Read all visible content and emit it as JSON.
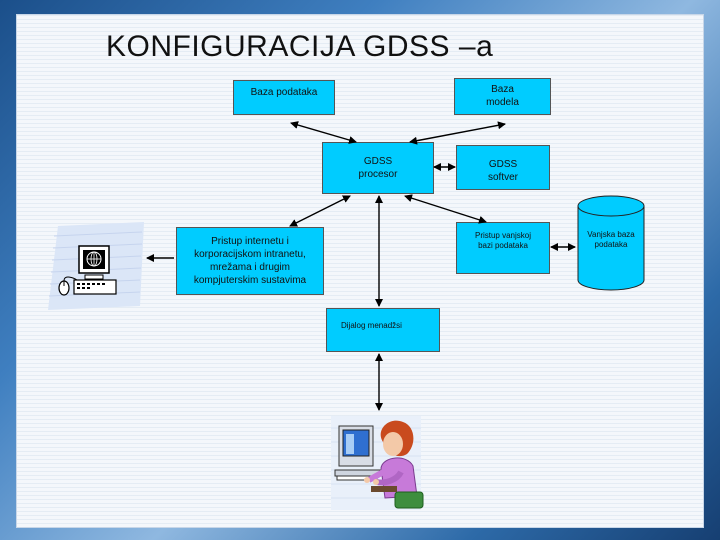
{
  "title": "KONFIGURACIJA GDSS –a",
  "boxes": {
    "baza_podataka": "Baza podataka",
    "baza_modela": "Baza\nmodela",
    "gdss_procesor": "GDSS\nprocesor",
    "gdss_softver": "GDSS\nsoftver",
    "pristup_vanjskoj": "Pristup vanjskoj\nbazi podataka",
    "pristup_internetu": "Pristup internetu i\nkorporacijskom intranetu,\nmrežama i drugim\nkompjuterskim sustavima",
    "dijalog": "Dijalog menadžsi",
    "vanjska_baza": "Vanjska baza\npodataka"
  },
  "icons": {
    "computer": "computer-terminal-icon",
    "user": "user-at-computer-icon",
    "database": "database-cylinder-icon"
  },
  "colors": {
    "box_fill": "#00ccff",
    "title": "#111111"
  }
}
